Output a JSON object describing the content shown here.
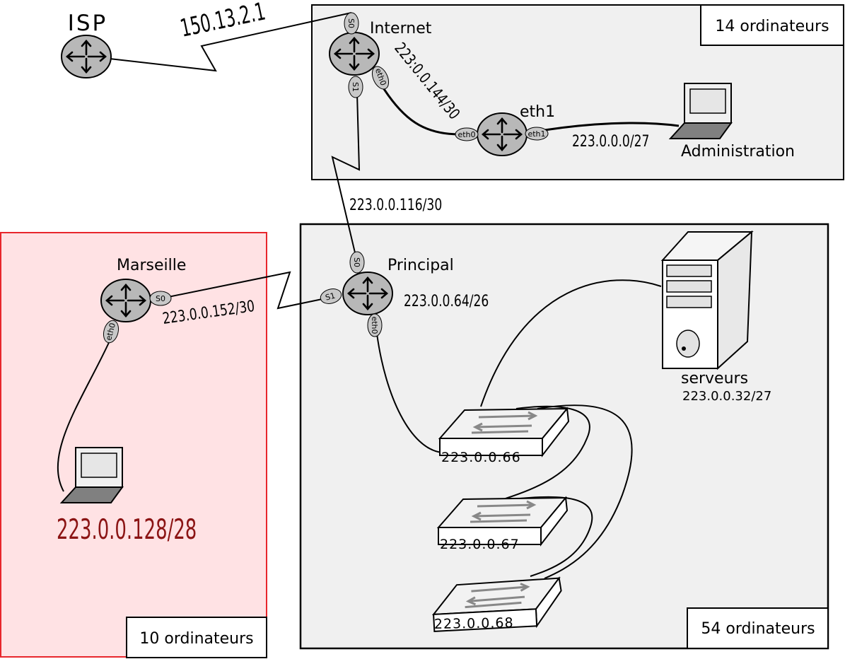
{
  "colors": {
    "zone_fill": "#f0f0f0",
    "zone_stroke": "#000000",
    "marseille_fill": "#ffe2e4",
    "marseille_stroke": "#e8262c",
    "router_fill": "#b8b8b8",
    "iface_fill": "#c8c8c8",
    "marseille_net_text": "#8b1414"
  },
  "icons": {
    "router": "router-icon",
    "laptop": "laptop-icon",
    "server": "server-tower-icon",
    "switch": "network-switch-icon"
  },
  "routers": {
    "isp": {
      "label": "ISP"
    },
    "internet": {
      "label": "Internet",
      "ifaces": {
        "s0": "S0",
        "s1": "S1",
        "eth0": "eth0"
      }
    },
    "admin": {
      "label": "eth1",
      "ifaces": {
        "eth0": "eth0",
        "eth1": "eth1"
      }
    },
    "principal": {
      "label": "Principal",
      "ifaces": {
        "s0": "S0",
        "s1": "S1",
        "eth0": "eth0"
      }
    },
    "marseille": {
      "label": "Marseille",
      "ifaces": {
        "s0": "S0",
        "eth0": "eth0"
      }
    }
  },
  "links": {
    "isp_internet": "150.13.2.1",
    "internet_admin": "223:0.0.144/30",
    "admin_lan": "223.0.0.0/27",
    "internet_principal": "223.0.0.116/30",
    "principal_lan": "223.0.0.64/26",
    "marseille_principal": "223.0.0.152/30"
  },
  "zones": {
    "internet": {
      "count": "14 ordinateurs"
    },
    "principal": {
      "count": "54 ordinateurs"
    },
    "marseille": {
      "count": "10 ordinateurs",
      "network": "223.0.0.128/28"
    }
  },
  "hosts": {
    "administration": "Administration",
    "serveurs": {
      "label": "serveurs",
      "network": "223.0.0.32/27"
    }
  },
  "switches": [
    "223.0.0.66",
    "223.0.0.67",
    "223.0.0.68"
  ]
}
